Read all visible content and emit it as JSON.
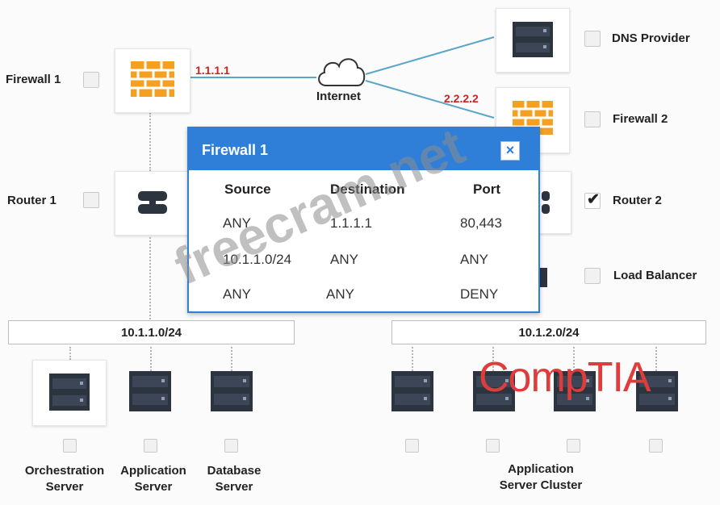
{
  "nodes": {
    "firewall1": "Firewall 1",
    "internet": "Internet",
    "dns": "DNS Provider",
    "firewall2": "Firewall 2",
    "router1": "Router 1",
    "router2": "Router 2",
    "load_balancer": "Load Balancer",
    "orchestration": [
      "Orchestration",
      "Server"
    ],
    "application": [
      "Application",
      "Server"
    ],
    "database": [
      "Database",
      "Server"
    ],
    "cluster": [
      "Application",
      "Server Cluster"
    ]
  },
  "links": {
    "fw1_ip": "1.1.1.1",
    "fw2_ip": "2.2.2.2"
  },
  "subnets": {
    "left": "10.1.1.0/24",
    "right": "10.1.2.0/24"
  },
  "dialog": {
    "title": "Firewall 1",
    "close_label": "×",
    "headers": {
      "source": "Source",
      "destination": "Destination",
      "port": "Port"
    },
    "rows": [
      {
        "source": "ANY",
        "destination": "1.1.1.1",
        "port": "80,443"
      },
      {
        "source": "10.1.1.0/24",
        "destination": "ANY",
        "port": "ANY"
      },
      {
        "source": "ANY",
        "destination": "ANY",
        "port": "DENY"
      }
    ]
  },
  "checkboxes": {
    "router2_checked": true
  },
  "watermark": "freecram.net",
  "logo": "CompTIA",
  "colors": {
    "dialog_blue": "#2f7fd8",
    "ip_red": "#c22222",
    "link_blue": "#5aa6c8",
    "firewall_orange": "#f5a020",
    "server_dark": "#2c3440"
  }
}
